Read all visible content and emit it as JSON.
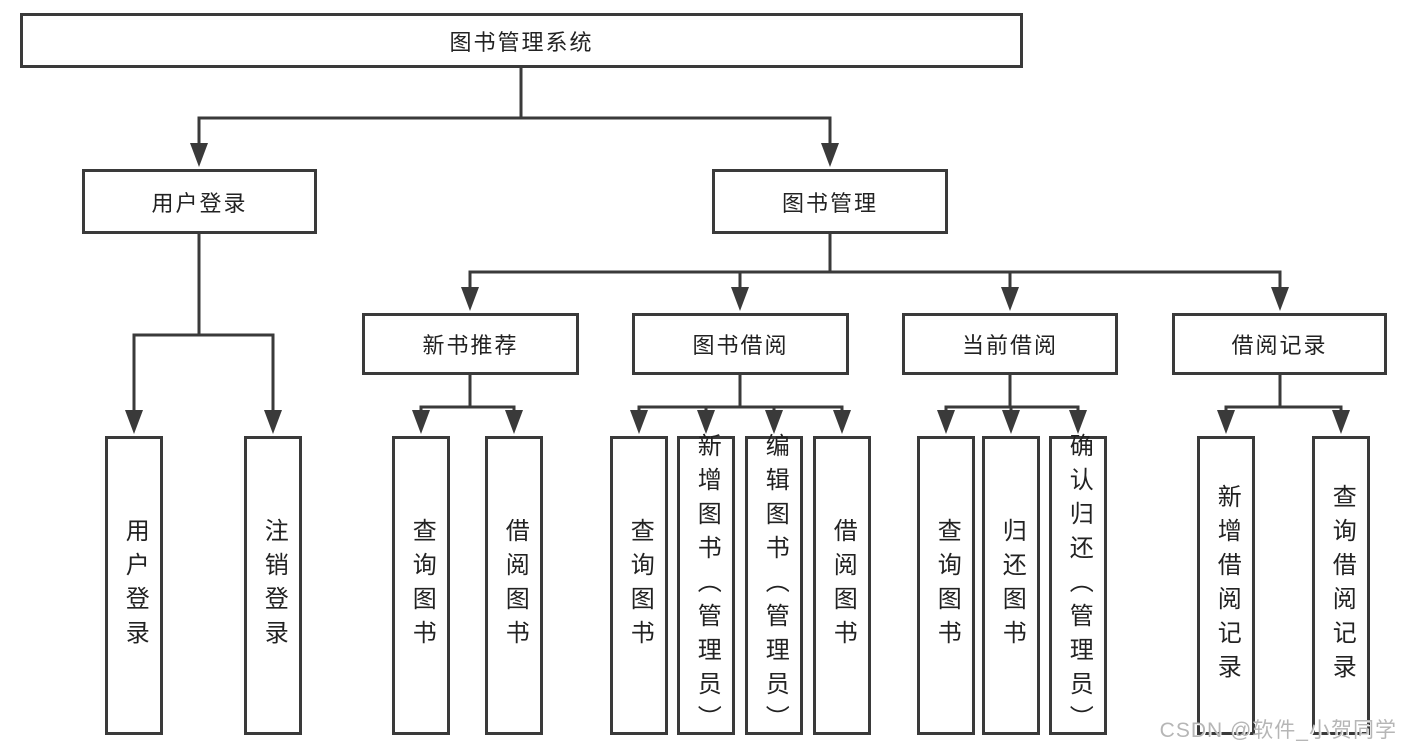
{
  "diagram": {
    "root": {
      "label": "图书管理系统",
      "children": [
        {
          "label": "用户登录",
          "children": [
            {
              "label": "用户登录"
            },
            {
              "label": "注销登录"
            }
          ]
        },
        {
          "label": "图书管理",
          "children": [
            {
              "label": "新书推荐",
              "children": [
                {
                  "label": "查询图书"
                },
                {
                  "label": "借阅图书"
                }
              ]
            },
            {
              "label": "图书借阅",
              "children": [
                {
                  "label": "查询图书"
                },
                {
                  "label": "新增图书（管理员）"
                },
                {
                  "label": "编辑图书（管理员）"
                },
                {
                  "label": "借阅图书"
                }
              ]
            },
            {
              "label": "当前借阅",
              "children": [
                {
                  "label": "查询图书"
                },
                {
                  "label": "归还图书"
                },
                {
                  "label": "确认归还（管理员）"
                }
              ]
            },
            {
              "label": "借阅记录",
              "children": [
                {
                  "label": "新增借阅记录"
                },
                {
                  "label": "查询借阅记录"
                }
              ]
            }
          ]
        }
      ]
    }
  },
  "watermark": {
    "text": "CSDN @软件_小贺同学"
  },
  "colors": {
    "line": "#3a3a3a",
    "box_border": "#3a3a3a",
    "text": "#222222",
    "background": "#ffffff",
    "watermark": "#b6b6b6"
  }
}
